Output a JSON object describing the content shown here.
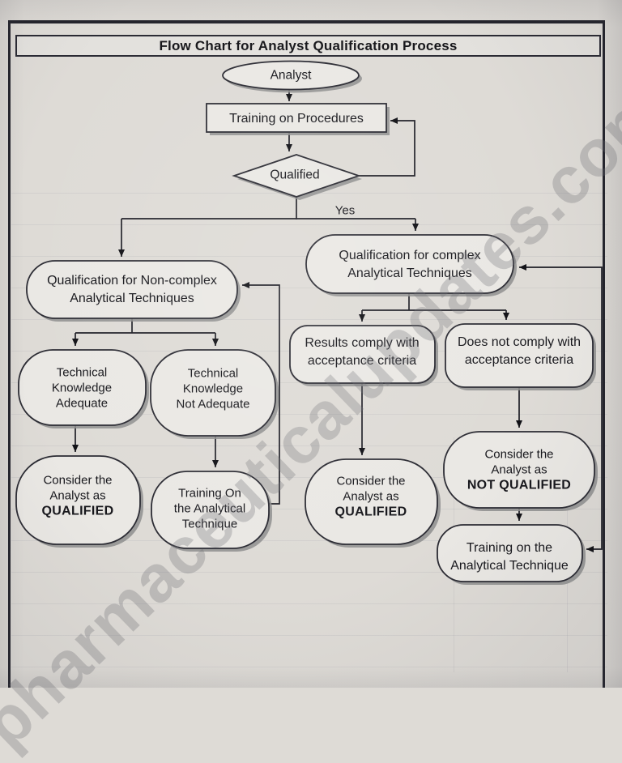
{
  "title": "Flow Chart for Analyst Qualification Process",
  "watermark": "pharmaceuticalupdates.com",
  "labels": {
    "yes": "Yes"
  },
  "colors": {
    "paper": "#dedbd6",
    "shape_fill": "#eae8e4",
    "line": "#1d1d25",
    "shadow": "#8e8e8e",
    "text": "#17171c"
  },
  "nodes": {
    "analyst": {
      "shape": "ellipse",
      "lines": [
        "Analyst"
      ]
    },
    "training_procedures": {
      "shape": "rectangle",
      "lines": [
        "Training on Procedures"
      ]
    },
    "qualified_decision": {
      "shape": "diamond",
      "lines": [
        "Qualified"
      ]
    },
    "qual_noncomplex": {
      "shape": "stadium",
      "lines": [
        "Qualification for Non-complex",
        "Analytical Techniques"
      ]
    },
    "qual_complex": {
      "shape": "stadium",
      "lines": [
        "Qualification for complex",
        "Analytical Techniques"
      ]
    },
    "tech_adequate": {
      "shape": "rounded",
      "lines": [
        "Technical",
        "Knowledge",
        "Adequate"
      ]
    },
    "tech_not_adequate": {
      "shape": "rounded",
      "lines": [
        "Technical",
        "Knowledge",
        "Not Adequate"
      ]
    },
    "results_comply": {
      "shape": "rounded",
      "lines": [
        "Results comply with",
        "acceptance criteria"
      ]
    },
    "not_comply": {
      "shape": "rounded",
      "lines": [
        "Does not comply with",
        "acceptance criteria"
      ]
    },
    "consider_qualified_left": {
      "shape": "rounded",
      "lines": [
        "Consider the",
        "Analyst as",
        "QUALIFIED"
      ],
      "bold_last": true
    },
    "training_left": {
      "shape": "rounded",
      "lines": [
        "Training On",
        "the Analytical",
        "Technique"
      ]
    },
    "consider_qualified_right": {
      "shape": "rounded",
      "lines": [
        "Consider the",
        "Analyst as",
        "QUALIFIED"
      ],
      "bold_last": true
    },
    "consider_not_qualified": {
      "shape": "rounded",
      "lines": [
        "Consider the",
        "Analyst as",
        "NOT QUALIFIED"
      ],
      "bold_last": true
    },
    "training_right": {
      "shape": "rounded",
      "lines": [
        "Training on the",
        "Analytical Technique"
      ]
    }
  }
}
